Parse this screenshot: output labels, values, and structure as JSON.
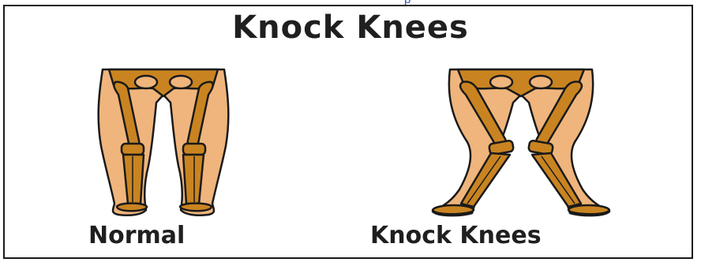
{
  "top_strip": {
    "text": "p"
  },
  "title": "Knock Knees",
  "figures": [
    {
      "label": "Normal",
      "variant": "normal"
    },
    {
      "label": "Knock Knees",
      "variant": "knock"
    }
  ],
  "colors": {
    "skin": "#efb57c",
    "bone": "#c98421",
    "outline": "#1a1a1a",
    "text": "#1f1f1f"
  }
}
